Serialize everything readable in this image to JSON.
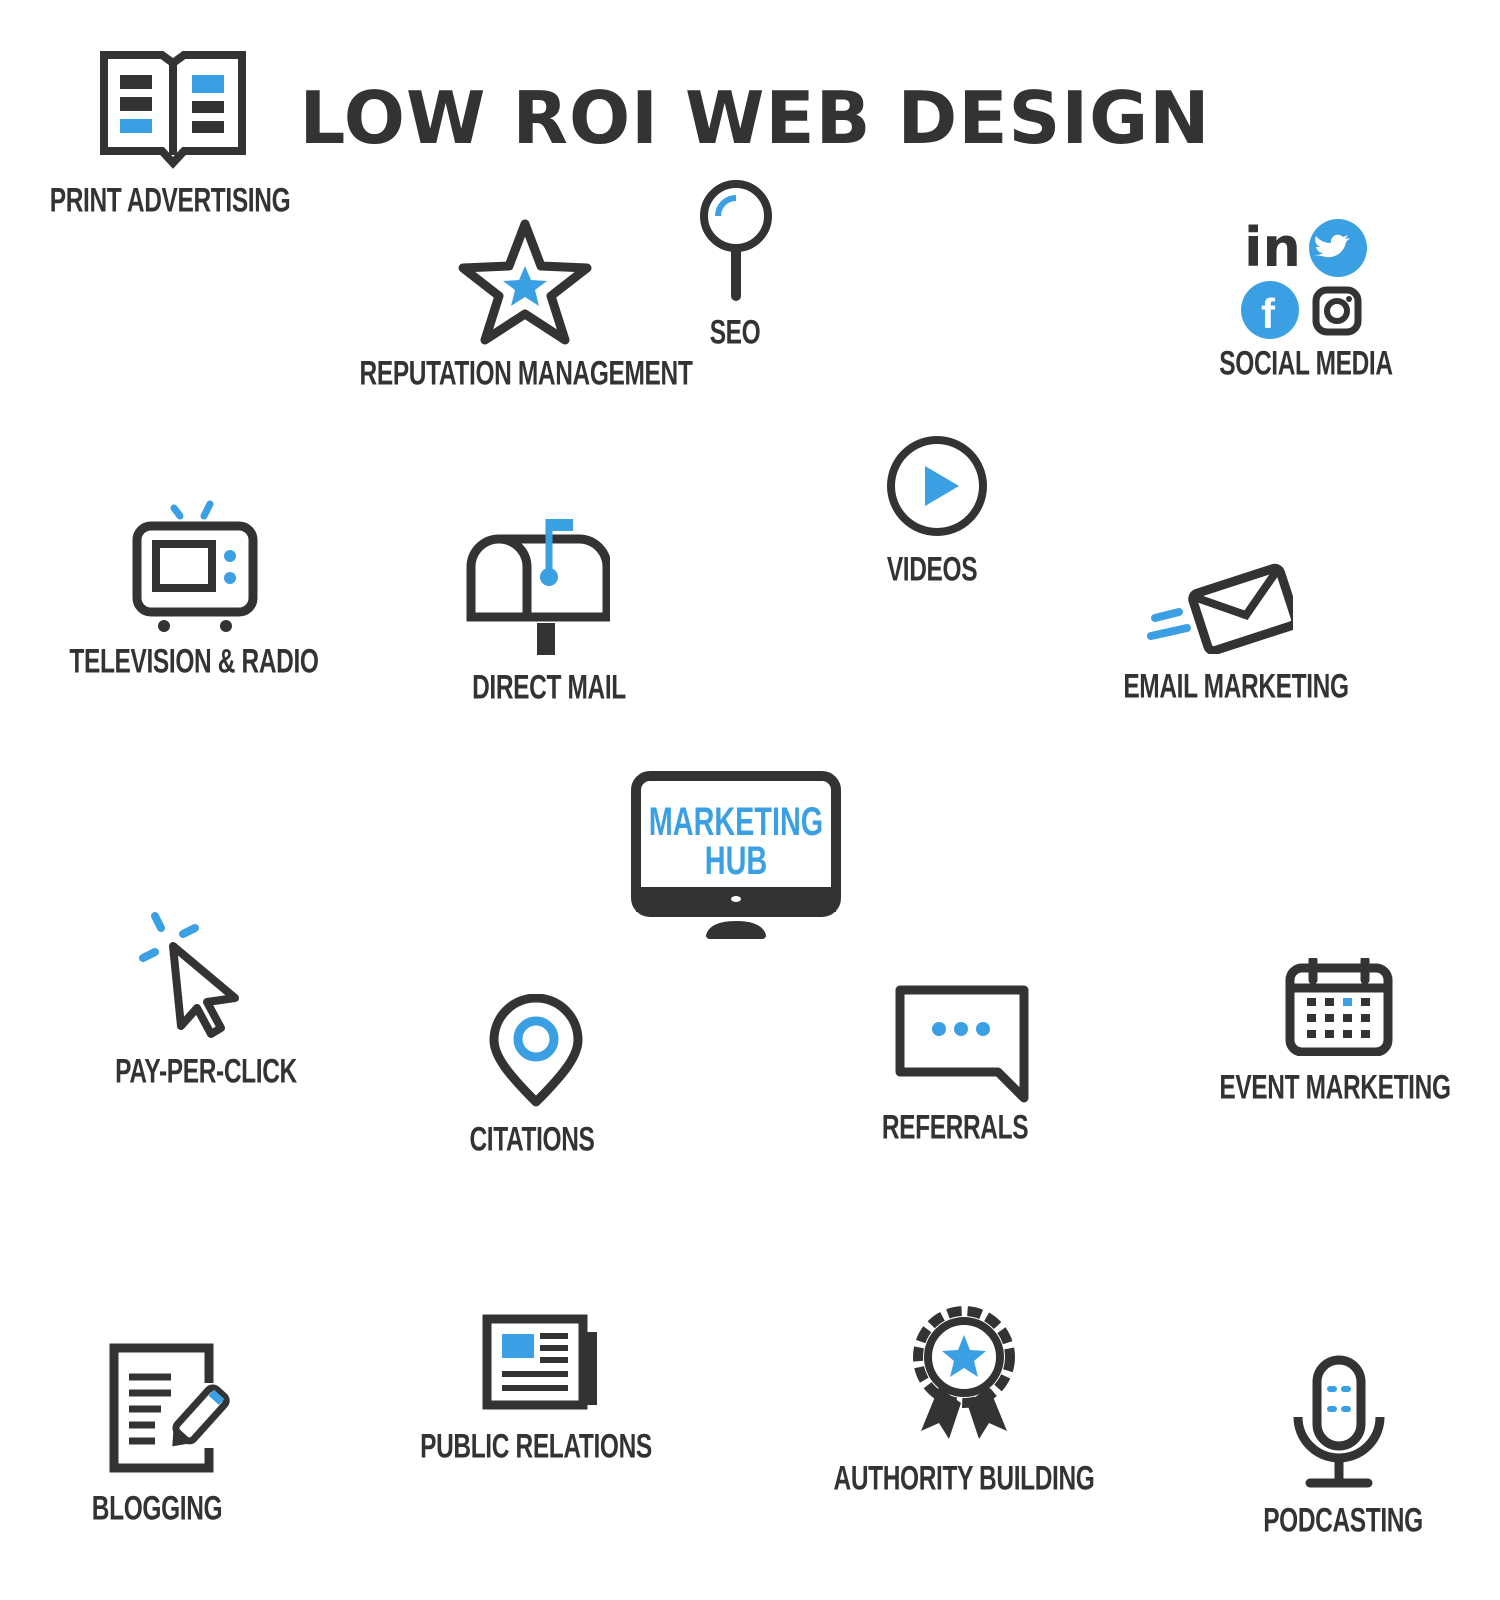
{
  "title": "LOW ROI WEB DESIGN",
  "colors": {
    "dark": "#333333",
    "accent": "#3b9fe3",
    "background": "#ffffff"
  },
  "hub": {
    "line1": "MARKETING",
    "line2": "HUB",
    "icon": "monitor-icon"
  },
  "items": [
    {
      "label": "PRINT ADVERTISING",
      "icon": "open-book-icon"
    },
    {
      "label": "REPUTATION MANAGEMENT",
      "icon": "star-icon"
    },
    {
      "label": "SEO",
      "icon": "magnifier-icon"
    },
    {
      "label": "SOCIAL MEDIA",
      "icon": "social-icons",
      "logos": {
        "linkedin": "in",
        "facebook": "f"
      }
    },
    {
      "label": "TELEVISION & RADIO",
      "icon": "tv-icon"
    },
    {
      "label": "DIRECT MAIL",
      "icon": "mailbox-icon"
    },
    {
      "label": "VIDEOS",
      "icon": "play-icon"
    },
    {
      "label": "EMAIL MARKETING",
      "icon": "envelope-icon"
    },
    {
      "label": "PAY-PER-CLICK",
      "icon": "cursor-click-icon"
    },
    {
      "label": "CITATIONS",
      "icon": "map-pin-icon"
    },
    {
      "label": "REFERRALS",
      "icon": "chat-bubble-icon"
    },
    {
      "label": "EVENT MARKETING",
      "icon": "calendar-icon"
    },
    {
      "label": "BLOGGING",
      "icon": "document-pen-icon"
    },
    {
      "label": "PUBLIC RELATIONS",
      "icon": "newspaper-icon"
    },
    {
      "label": "AUTHORITY BUILDING",
      "icon": "award-badge-icon"
    },
    {
      "label": "PODCASTING",
      "icon": "microphone-icon"
    }
  ]
}
